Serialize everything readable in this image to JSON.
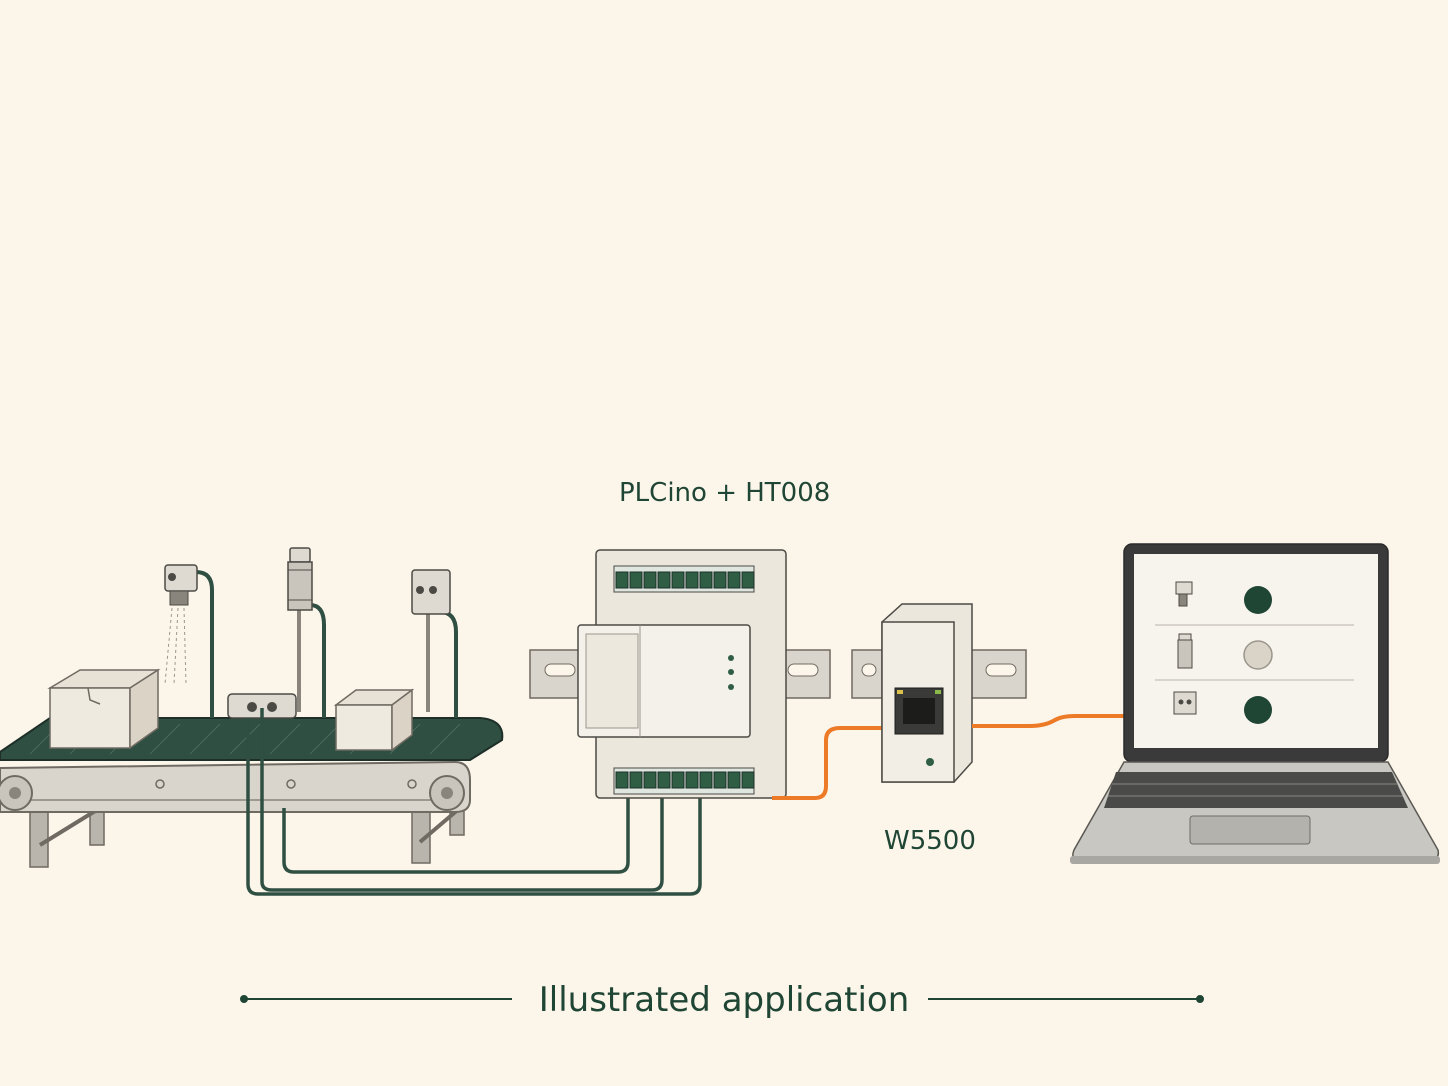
{
  "labels": {
    "controller": "PLCino + HT008",
    "ethernet_module": "W5500",
    "caption": "Illustrated application"
  },
  "colors": {
    "background": "#fcf5ea",
    "ink": "#1f4534",
    "belt": "#2f4f43",
    "orange_cable": "#ec7a26",
    "status_on": "#1f4534",
    "status_off": "#d9d3c8"
  },
  "laptop_screen": {
    "rows": [
      {
        "sensor_icon": "diffuse-photo-sensor-icon",
        "status": "on"
      },
      {
        "sensor_icon": "inductive-proximity-sensor-icon",
        "status": "off"
      },
      {
        "sensor_icon": "photo-sensor-block-icon",
        "status": "on"
      }
    ]
  }
}
